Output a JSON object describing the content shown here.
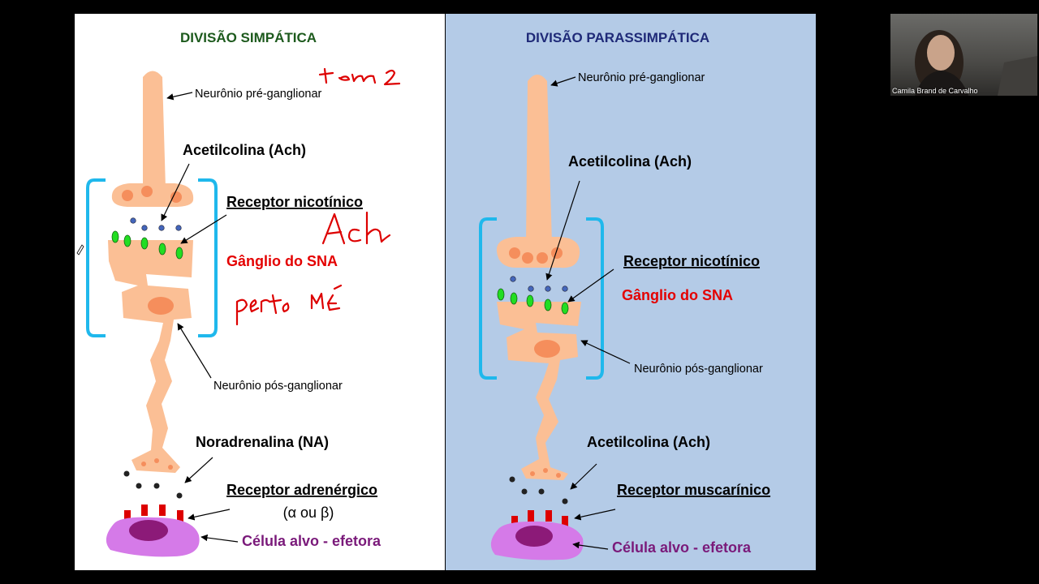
{
  "left_panel": {
    "title": "DIVISÃO SIMPÁTICA",
    "pre_ganglionic": "Neurônio pré-ganglionar",
    "neurotransmitter_1": "Acetilcolina (Ach)",
    "receptor_1": "Receptor nicotínico",
    "ganglion": "Gânglio do SNA",
    "post_ganglionic": "Neurônio pós-ganglionar",
    "neurotransmitter_2": "Noradrenalina (NA)",
    "receptor_2": "Receptor adrenérgico",
    "receptor_2_types": "(α ou β)",
    "target_cell": "Célula alvo - efetora",
    "handwriting": [
      "tem 2",
      "Ach",
      "perto ME"
    ]
  },
  "right_panel": {
    "title": "DIVISÃO PARASSIMPÁTICA",
    "pre_ganglionic": "Neurônio pré-ganglionar",
    "neurotransmitter_1": "Acetilcolina (Ach)",
    "receptor_1": "Receptor nicotínico",
    "ganglion": "Gânglio do SNA",
    "post_ganglionic": "Neurônio pós-ganglionar",
    "neurotransmitter_2": "Acetilcolina (Ach)",
    "receptor_2": "Receptor muscarínico",
    "target_cell": "Célula alvo - efetora"
  },
  "video": {
    "participant_name": "Camila Brand de Carvalho"
  },
  "colors": {
    "left_bg": "#ffffff",
    "right_bg": "#b4cbe7",
    "neuron": "#fbbf95",
    "neuron_dot": "#f58e5c",
    "bracket": "#1fb8ec",
    "receptor_green": "#22dd22",
    "ach_dot": "#4466bb",
    "na_dot": "#222222",
    "receptor_red": "#dd0000",
    "cell": "#d57ae8",
    "nucleus": "#8c1a78",
    "title_green": "#1d5a1d",
    "title_navy": "#1f2a78",
    "red_text": "#e40000",
    "purple_text": "#7a1a7a",
    "ink": "#dd0000"
  }
}
